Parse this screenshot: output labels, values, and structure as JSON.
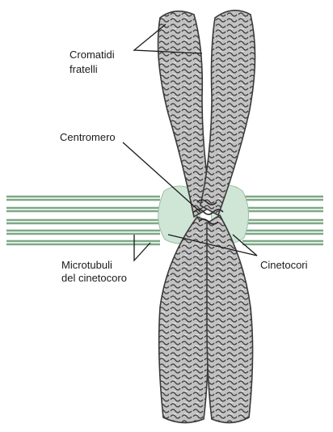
{
  "labels": {
    "sister_chromatids_line1": "Cromatidi",
    "sister_chromatids_line2": "fratelli",
    "centromere": "Centromero",
    "microtubules_line1": "Microtubuli",
    "microtubules_line2": "del cinetocoro",
    "kinetochores": "Cinetocori"
  },
  "colors": {
    "chromatid_fill": "#b9b9b9",
    "chromatid_outline": "#3a3a3a",
    "chromatin_fiber": "#2b2b2b",
    "kinetochore_fill": "#cfe6d6",
    "microtubule": "#6f9a79",
    "leader_line": "#1a1a1a"
  }
}
